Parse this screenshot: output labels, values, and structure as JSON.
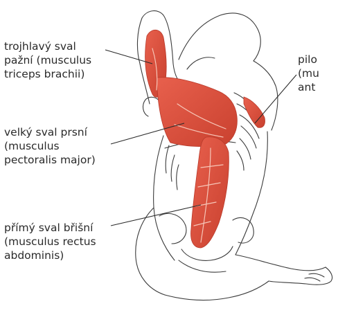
{
  "labels": {
    "triceps": [
      "trojhlavý sval",
      "pažní (musculus",
      "triceps brachii)"
    ],
    "pectoralis": [
      "velký sval prsní",
      "(musculus",
      "pectoralis major)"
    ],
    "rectus": [
      "přímý sval břišní",
      "(musculus rectus",
      "abdominis)"
    ],
    "serratus": [
      "pilo",
      "(mu",
      "ant"
    ]
  },
  "colors": {
    "muscle": "#e0503d",
    "muscle_dark": "#b83a2b",
    "muscle_highlight": "#f6c6b8",
    "ink": "#3a3a3a",
    "text": "#2a2a2a"
  }
}
